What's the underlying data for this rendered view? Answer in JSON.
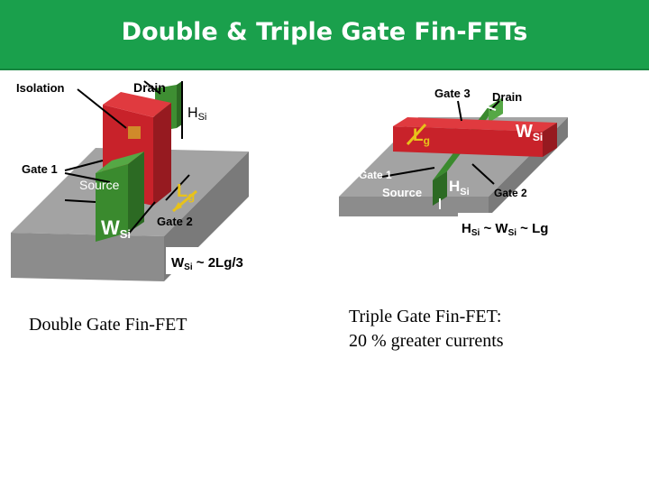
{
  "title": "Double & Triple Gate Fin-FETs",
  "colors": {
    "title_bar": "#1aa04c",
    "gate": "#c8222a",
    "fin": "#3a8a2e",
    "substrate": "#9a9a9a"
  },
  "left_diagram": {
    "isolation": "Isolation",
    "drain": "Drain",
    "h": "H",
    "h_sub": "Si",
    "gate1": "Gate 1",
    "source": "Source",
    "l": "L",
    "l_sub": "g",
    "w": "W",
    "w_sub": "Si",
    "gate2": "Gate 2",
    "formula_w": "W",
    "formula_sub": "Si",
    "formula_rest": " ~ 2Lg/3"
  },
  "right_diagram": {
    "gate3": "Gate 3",
    "drain": "Drain",
    "w": "W",
    "w_sub": "Si",
    "l": "L",
    "l_sub": "g",
    "gate1": "Gate 1",
    "source": "Source",
    "h": "H",
    "h_sub": "Si",
    "gate2": "Gate 2",
    "f_h": "H",
    "f_h_sub": "Si",
    "f_w": " ~ W",
    "f_w_sub": "Si",
    "f_rest": " ~ Lg"
  },
  "captions": {
    "left": "Double Gate Fin‑FET",
    "right_line1": "Triple Gate Fin‑FET:",
    "right_line2": "20 % greater currents"
  }
}
